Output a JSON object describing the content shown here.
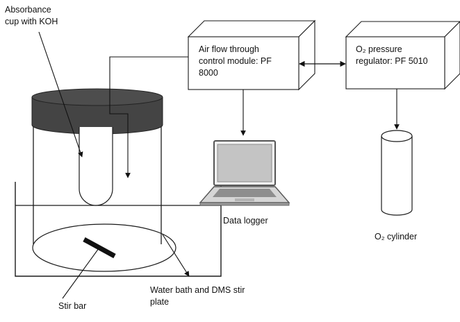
{
  "labels": {
    "absorbance_cup": [
      "Absorbance",
      "cup with KOH"
    ],
    "air_flow_module": [
      "Air flow through",
      "control module: PF",
      "8000"
    ],
    "o2_regulator": [
      "O₂ pressure",
      "regulator: PF 5010"
    ],
    "data_logger": "Data logger",
    "o2_cylinder": "O₂ cylinder",
    "stir_bar": "Stir bar",
    "water_bath": [
      "Water bath and DMS stir",
      "plate"
    ]
  },
  "colors": {
    "line": "#1a1a1a",
    "lid": "#444444",
    "laptop_frame": "#555555",
    "laptop_screen": "#bfbfbf",
    "keyboard": "#8a8a8a"
  }
}
